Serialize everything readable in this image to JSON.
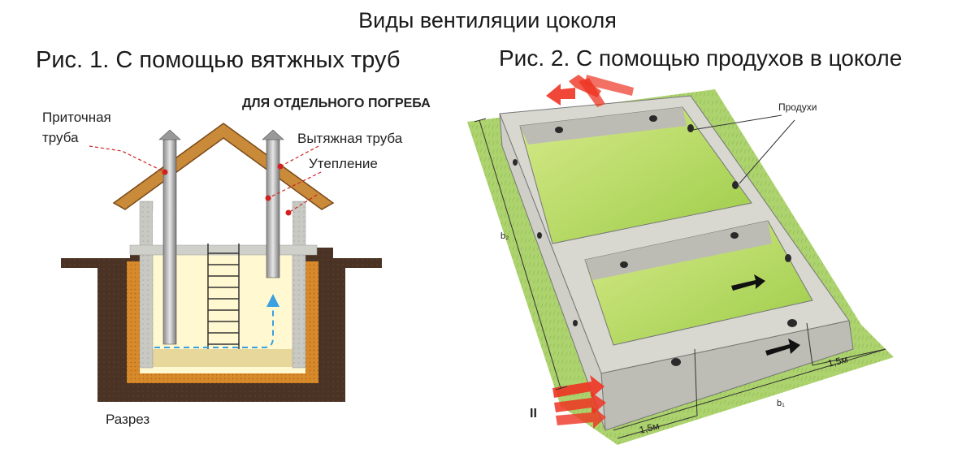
{
  "title": "Виды вентиляции цоколя",
  "figure1": {
    "title": "Рис. 1. С помощью вятжных труб",
    "subtitle": "ДЛЯ ОТДЕЛЬНОГО ПОГРЕБА",
    "supply_pipe_line1": "Приточная",
    "supply_pipe_line2": "труба",
    "exhaust_pipe": "Вытяжная труба",
    "insulation": "Утепление",
    "section": "Разрез",
    "colors": {
      "roof": "#c98a3a",
      "soil": "#4a3324",
      "insulation": "#d88a2a",
      "interior": "#fff8d0",
      "accent": "#e07020"
    }
  },
  "figure2": {
    "title": "Рис. 2. С помощью продухов в цоколе",
    "vents_label": "Продухи",
    "dim_b2": "b₂",
    "dim_b1": "b₁",
    "dim_right": "1,5м",
    "dim_bottom": "1,5м",
    "roman": "II",
    "colors": {
      "concrete": "#d8d8d0",
      "ground": "#a8cf58",
      "arrow": "#ee3322"
    }
  }
}
